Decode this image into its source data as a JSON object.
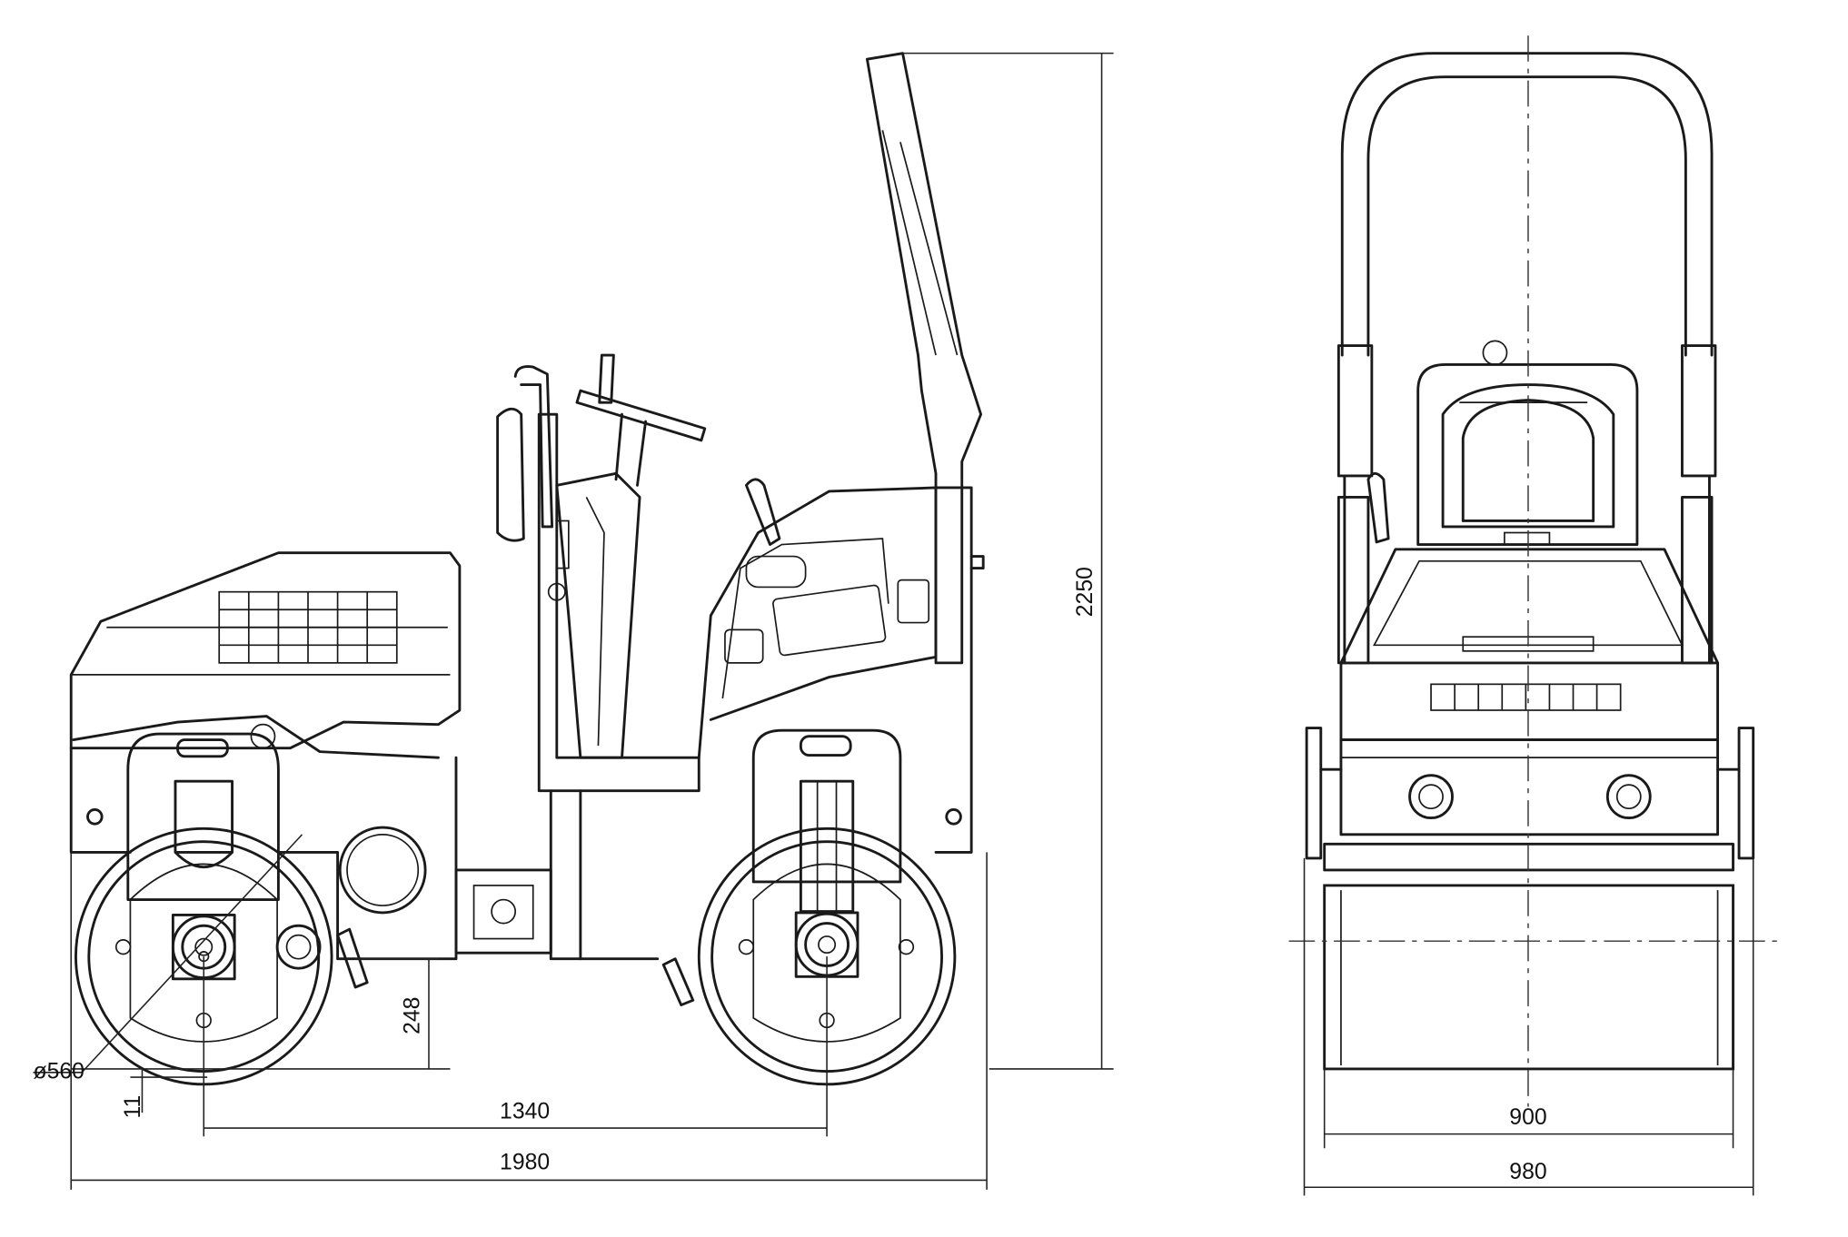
{
  "dimensions": {
    "overall_height": "2250",
    "wheelbase": "1340",
    "overall_length": "1980",
    "ground_clearance": "248",
    "drum_diameter": "ø560",
    "drum_offset": "11",
    "drum_width": "900",
    "overall_width": "980"
  }
}
